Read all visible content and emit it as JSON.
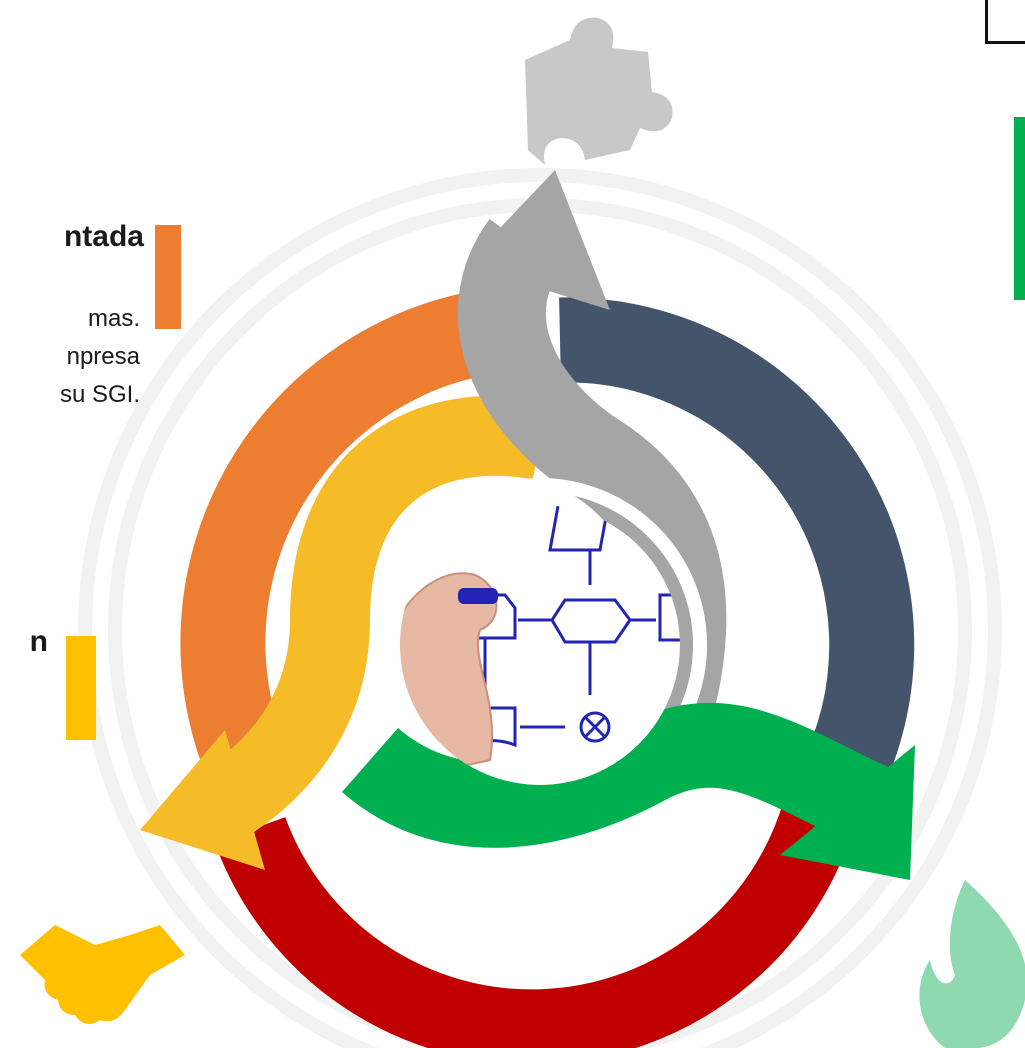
{
  "text": {
    "heading_top": "ntada",
    "body_lines": [
      "mas.",
      "npresa",
      "su SGI."
    ],
    "heading_bottom": "n"
  },
  "icons": [
    "puzzle-piece-icon",
    "handshake-icon",
    "flame-icon",
    "flowchart-hand-image"
  ],
  "colors": {
    "orange": "#ED7D31",
    "yellow": "#F6BC28",
    "gray": "#A5A5A5",
    "dark_slate": "#44546A",
    "green": "#00B050",
    "red": "#C00000",
    "flowchart_blue": "#2323B4",
    "handshake_gold": "#FFC000",
    "flame_mint": "#8ED9B0",
    "puzzle_gray": "#C8C8C8"
  }
}
